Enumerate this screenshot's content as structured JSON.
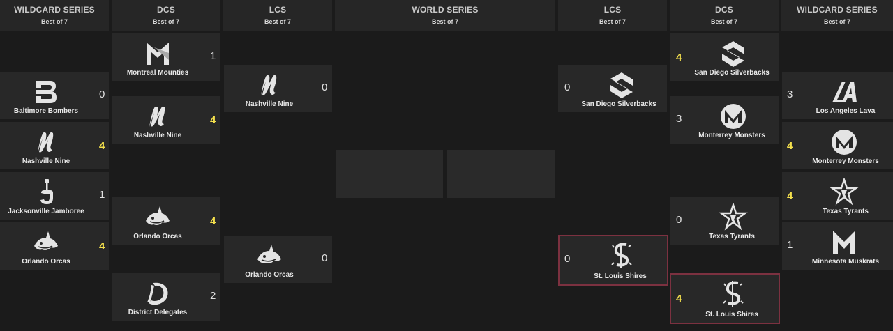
{
  "headers": {
    "col1": {
      "title": "WILDCARD SERIES",
      "sub": "Best of 7"
    },
    "col2": {
      "title": "DCS",
      "sub": "Best of 7"
    },
    "col3": {
      "title": "LCS",
      "sub": "Best of 7"
    },
    "col4": {
      "title": "WORLD SERIES",
      "sub": "Best of 7"
    },
    "col5": {
      "title": "LCS",
      "sub": "Best of 7"
    },
    "col6": {
      "title": "DCS",
      "sub": "Best of 7"
    },
    "col7": {
      "title": "WILDCARD SERIES",
      "sub": "Best of 7"
    }
  },
  "cards": {
    "wc_l1": {
      "name": "Baltimore Bombers",
      "score": "0"
    },
    "wc_l2": {
      "name": "Nashville Nine",
      "score": "4"
    },
    "wc_l3": {
      "name": "Jacksonville Jamboree",
      "score": "1"
    },
    "wc_l4": {
      "name": "Orlando Orcas",
      "score": "4"
    },
    "dcs_l1": {
      "name": "Montreal Mounties",
      "score": "1"
    },
    "dcs_l2": {
      "name": "Nashville Nine",
      "score": "4"
    },
    "dcs_l3": {
      "name": "Orlando Orcas",
      "score": "4"
    },
    "dcs_l4": {
      "name": "District Delegates",
      "score": "2"
    },
    "lcs_l1": {
      "name": "Nashville Nine",
      "score": "0"
    },
    "lcs_l2": {
      "name": "Orlando Orcas",
      "score": "0"
    },
    "lcs_r1": {
      "name": "San Diego Silverbacks",
      "score": "0"
    },
    "lcs_r2": {
      "name": "St. Louis Shires",
      "score": "0"
    },
    "dcs_r1": {
      "name": "San Diego Silverbacks",
      "score": "4"
    },
    "dcs_r2": {
      "name": "Monterrey Monsters",
      "score": "3"
    },
    "dcs_r3": {
      "name": "Texas Tyrants",
      "score": "0"
    },
    "dcs_r4": {
      "name": "St. Louis Shires",
      "score": "4"
    },
    "wc_r1": {
      "name": "Los Angeles Lava",
      "score": "3"
    },
    "wc_r2": {
      "name": "Monterrey Monsters",
      "score": "4"
    },
    "wc_r3": {
      "name": "Texas Tyrants",
      "score": "4"
    },
    "wc_r4": {
      "name": "Minnesota Muskrats",
      "score": "1"
    }
  },
  "colors": {
    "win": "#f4e04d",
    "selected_border": "#7c3140",
    "card_bg": "#282828",
    "header_bg": "#262626"
  }
}
